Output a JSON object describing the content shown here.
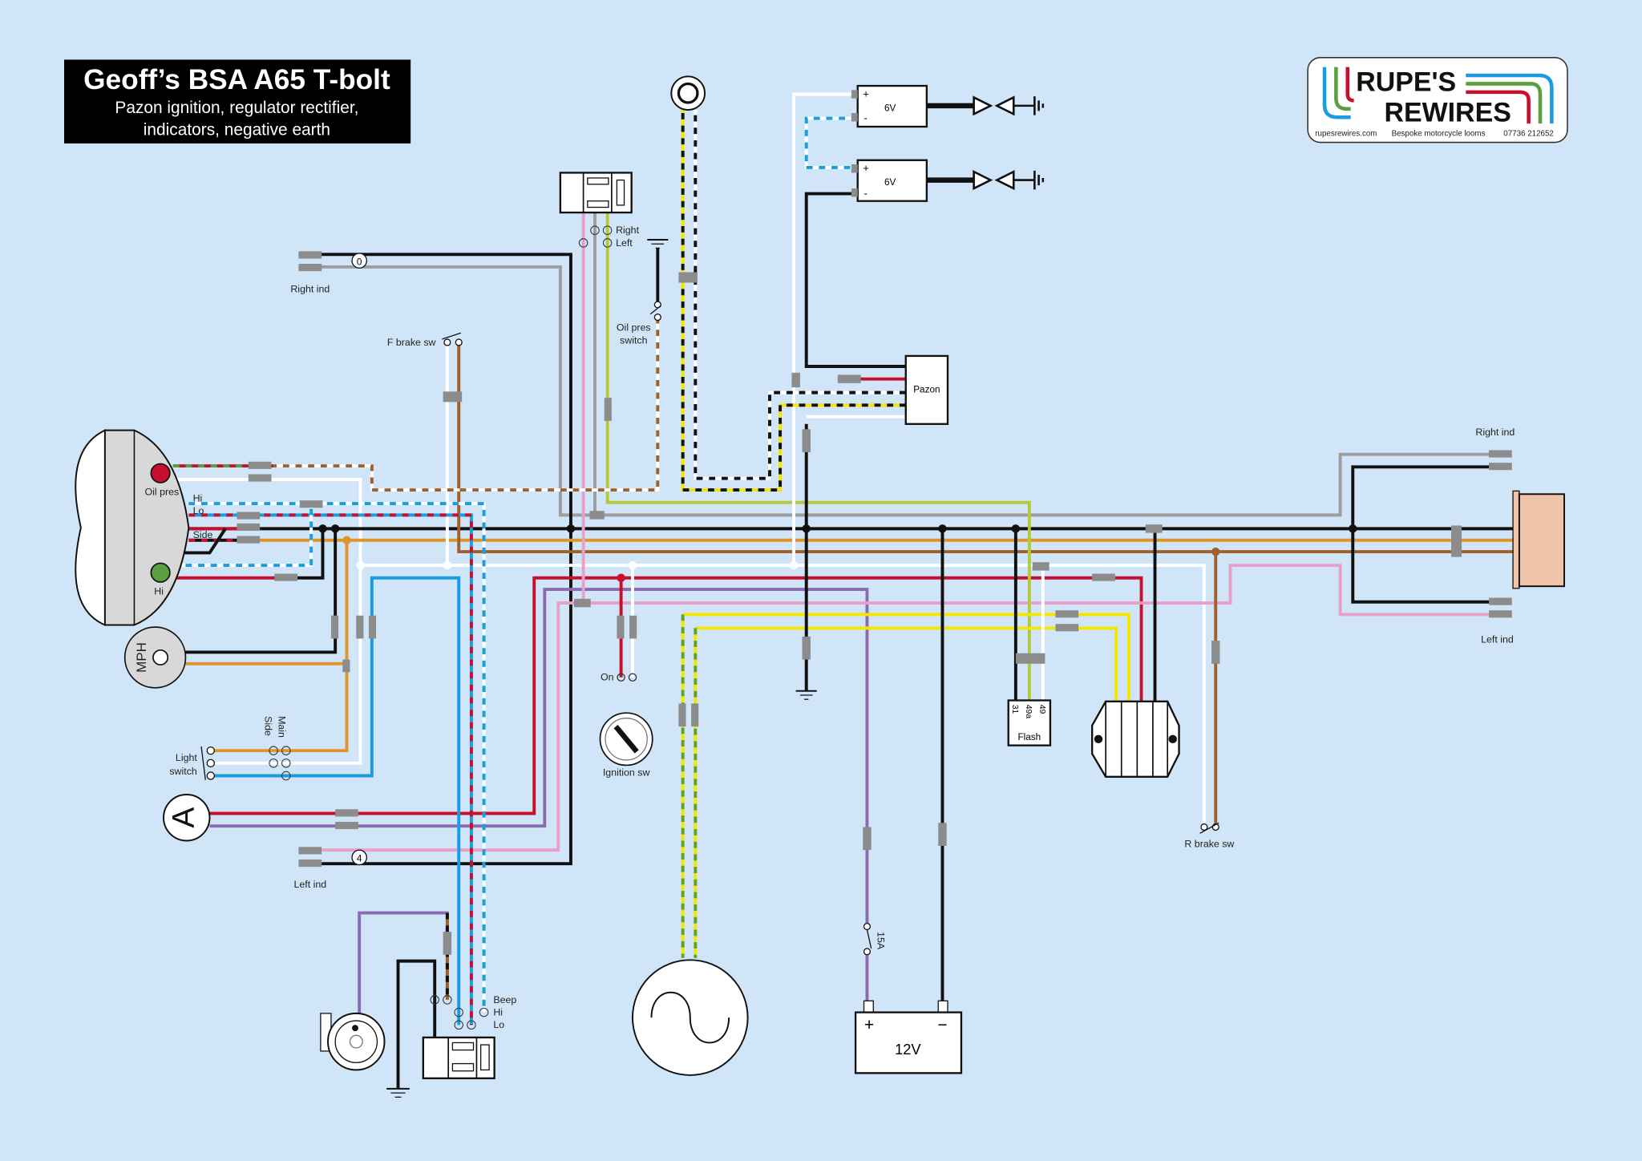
{
  "title": {
    "main": "Geoff’s BSA A65 T-bolt",
    "line1": "Pazon ignition, regulator rectifier,",
    "line2": "indicators, negative earth"
  },
  "logo": {
    "name1": "RUPE'S",
    "name2": "REWIRES",
    "url": "rupesrewires.com",
    "tagline": "Bespoke motorcycle looms",
    "phone": "07736 212652"
  },
  "labels": {
    "right_ind_front": "Right ind",
    "left_ind_front": "Left ind",
    "right_ind_rear": "Right ind",
    "left_ind_rear": "Left ind",
    "f_brake_sw": "F brake sw",
    "r_brake_sw": "R brake sw",
    "oil_pres_switch_1": "Oil pres",
    "oil_pres_switch_2": "switch",
    "oil_pres_lamp": "Oil pres",
    "hi_lamp": "Hi",
    "wire_hi": "Hi",
    "wire_lo": "Lo",
    "wire_side": "Side",
    "mph": "MPH",
    "ammeter": "A",
    "light_switch_1": "Light",
    "light_switch_2": "switch",
    "main": "Main",
    "side": "Side",
    "on": "On",
    "ignition_sw": "Ignition sw",
    "beep": "Beep",
    "horn_hi": "Hi",
    "horn_lo": "Lo",
    "right": "Right",
    "left": "Left",
    "pazon": "Pazon",
    "coil_top": "6V",
    "coil_bottom": "6V",
    "plus": "+",
    "minus": "-",
    "battery": "12V",
    "battery_plus": "+",
    "battery_minus": "−",
    "fuse": "15A",
    "flash": "Flash",
    "flash_31": "31",
    "flash_49a": "49a",
    "flash_49": "49",
    "marker_0": "0",
    "marker_4": "4"
  },
  "colors": {
    "background": "#d0e6f8",
    "black": "#111111",
    "white": "#ffffff",
    "grey": "#9d9d9d",
    "red": "#c8102e",
    "pink": "#e8a0c8",
    "purple": "#8a6bb0",
    "brown": "#a0602a",
    "orange": "#e0952a",
    "blue": "#1a9ce0",
    "green": "#5aa040",
    "yellow": "#f5e600",
    "lime": "#b5c83a",
    "connector": "#8c8c8c",
    "tail_light": "#f0c4a8"
  }
}
